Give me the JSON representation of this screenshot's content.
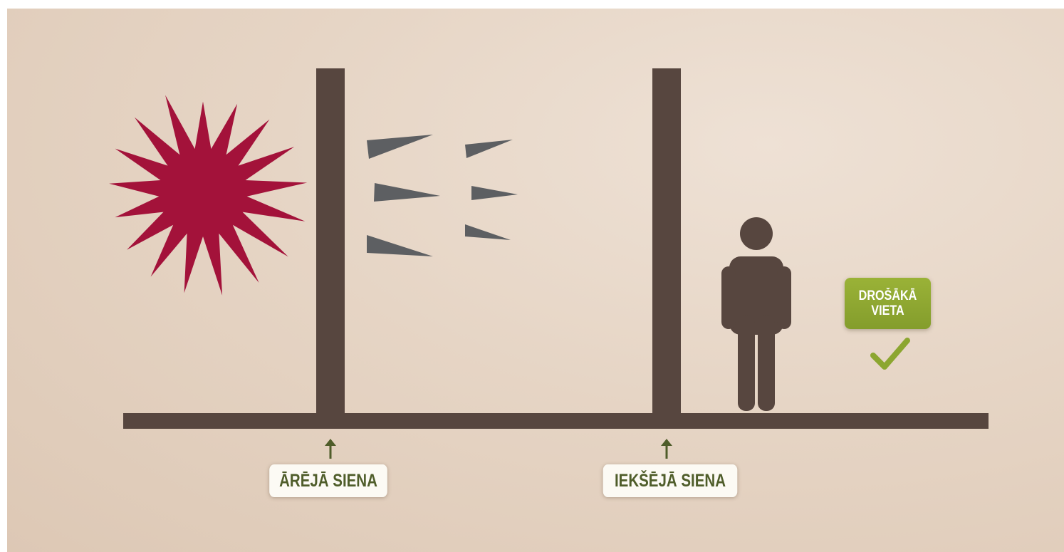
{
  "labels": {
    "outer_wall": "ĀRĒJĀ SIENA",
    "inner_wall": "IEKŠĒJĀ SIENA"
  },
  "safe_badge": {
    "line1": "DROŠĀKĀ",
    "line2": "VIETA",
    "check_icon": "checkmark-icon"
  },
  "icons": {
    "explosion": "explosion-burst-icon",
    "debris": "flying-shards-icon",
    "person": "person-icon",
    "arrows": "arrow-up-icon"
  },
  "colors": {
    "background": "#e6d5c5",
    "walls": "#57463f",
    "explosion": "#a3123a",
    "shards": "#5d5f62",
    "accent_green": "#8ca630",
    "label_text": "#4f5d2a"
  }
}
